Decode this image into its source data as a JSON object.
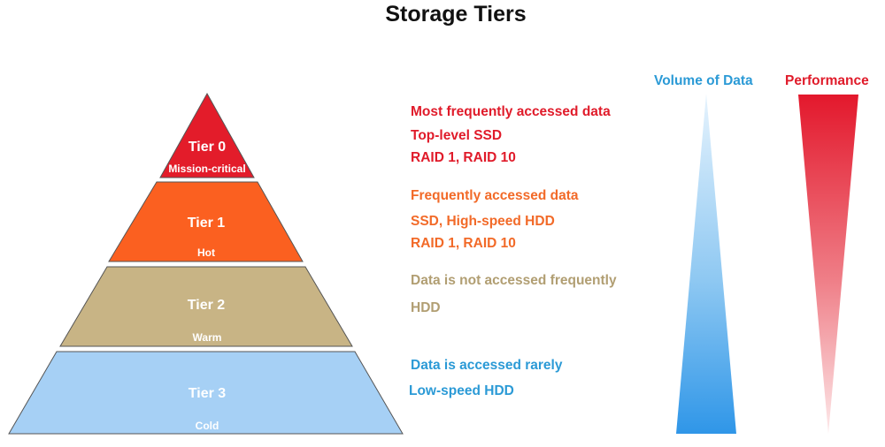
{
  "title": "Storage Tiers",
  "tiers": [
    {
      "name": "Tier 0",
      "label": "Mission-critical",
      "color": "#e31c2a",
      "descriptions": [
        "Most frequently accessed data",
        "Top-level SSD",
        "RAID 1, RAID 10"
      ]
    },
    {
      "name": "Tier 1",
      "label": "Hot",
      "color": "#fb6020",
      "descriptions": [
        "Frequently accessed data",
        "SSD, High-speed HDD",
        "RAID 1, RAID 10"
      ]
    },
    {
      "name": "Tier 2",
      "label": "Warm",
      "color": "#c8b485",
      "descriptions": [
        "Data is not accessed frequently",
        "HDD"
      ]
    },
    {
      "name": "Tier 3",
      "label": "Cold",
      "color": "#a6d0f5",
      "descriptions": [
        "Data is accessed rarely",
        "Low-speed HDD"
      ]
    }
  ],
  "indicators": {
    "volume": {
      "label": "Volume of Data",
      "color": "#2b9ad6"
    },
    "performance": {
      "label": "Performance",
      "color": "#e01b2a"
    }
  }
}
